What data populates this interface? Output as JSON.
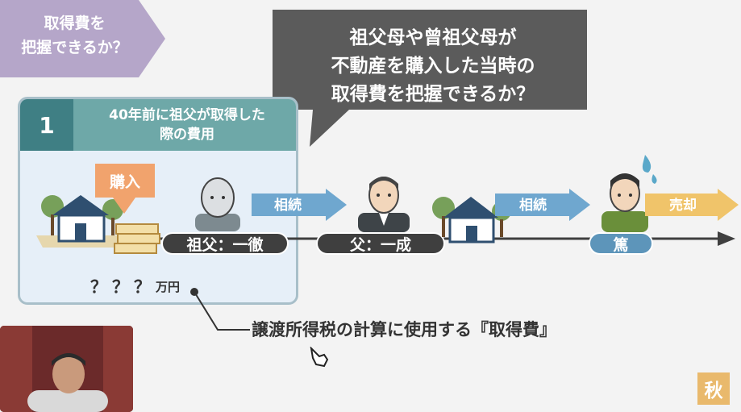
{
  "tag": {
    "line1": "取得費を",
    "line2": "把握できるか？",
    "color": "#b5a6c9"
  },
  "bubble": {
    "line1": "祖父母や曾祖父母が",
    "line2": "不動産を購入した当時の",
    "line3": "取得費を把握できるか？",
    "color": "#5b5b5b"
  },
  "panel": {
    "number": "1",
    "title_line1": "40年前に祖父が取得した",
    "title_line2": "際の費用",
    "buy_label": "購入",
    "unknown_value": "？？？",
    "unknown_unit": "万円"
  },
  "people": {
    "grandfather": "祖父：一徹",
    "father": "父：一成",
    "son": "篤"
  },
  "arrows": {
    "inherit1": "相続",
    "inherit2": "相続",
    "sell": "売却"
  },
  "purpose_text": "譲渡所得税の計算に使用する『取得費』",
  "logo_char": "秋",
  "colors": {
    "inherit_arrow": "#6fa7cf",
    "sell_arrow": "#f0c46a",
    "accent_teal": "#3f7f84"
  }
}
